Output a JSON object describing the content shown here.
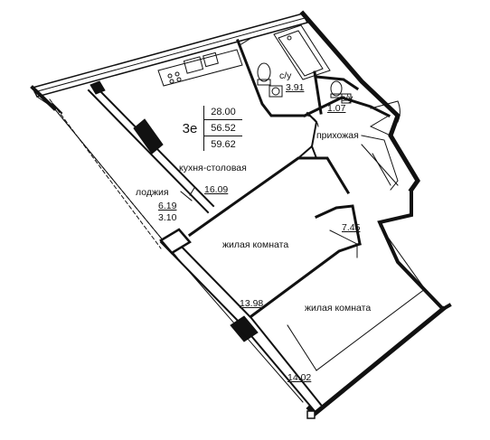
{
  "apartment": {
    "type_code": "3е",
    "areas": [
      "28.00",
      "56.52",
      "59.62"
    ]
  },
  "rooms": {
    "kitchen_dining": {
      "name": "кухня-столовая",
      "area": "16.09"
    },
    "loggia": {
      "name": "лоджия",
      "area_1": "6.19",
      "area_2": "3.10"
    },
    "bathroom_1": {
      "name": "с/у",
      "area": "3.91"
    },
    "bathroom_2": {
      "name": "с/у",
      "area": "1.07"
    },
    "hallway": {
      "name": "прихожая",
      "area": "7.45"
    },
    "living_room_1": {
      "name": "жилая комната",
      "area": "13.98"
    },
    "living_room_2": {
      "name": "жилая комната",
      "area": "14.02"
    }
  }
}
